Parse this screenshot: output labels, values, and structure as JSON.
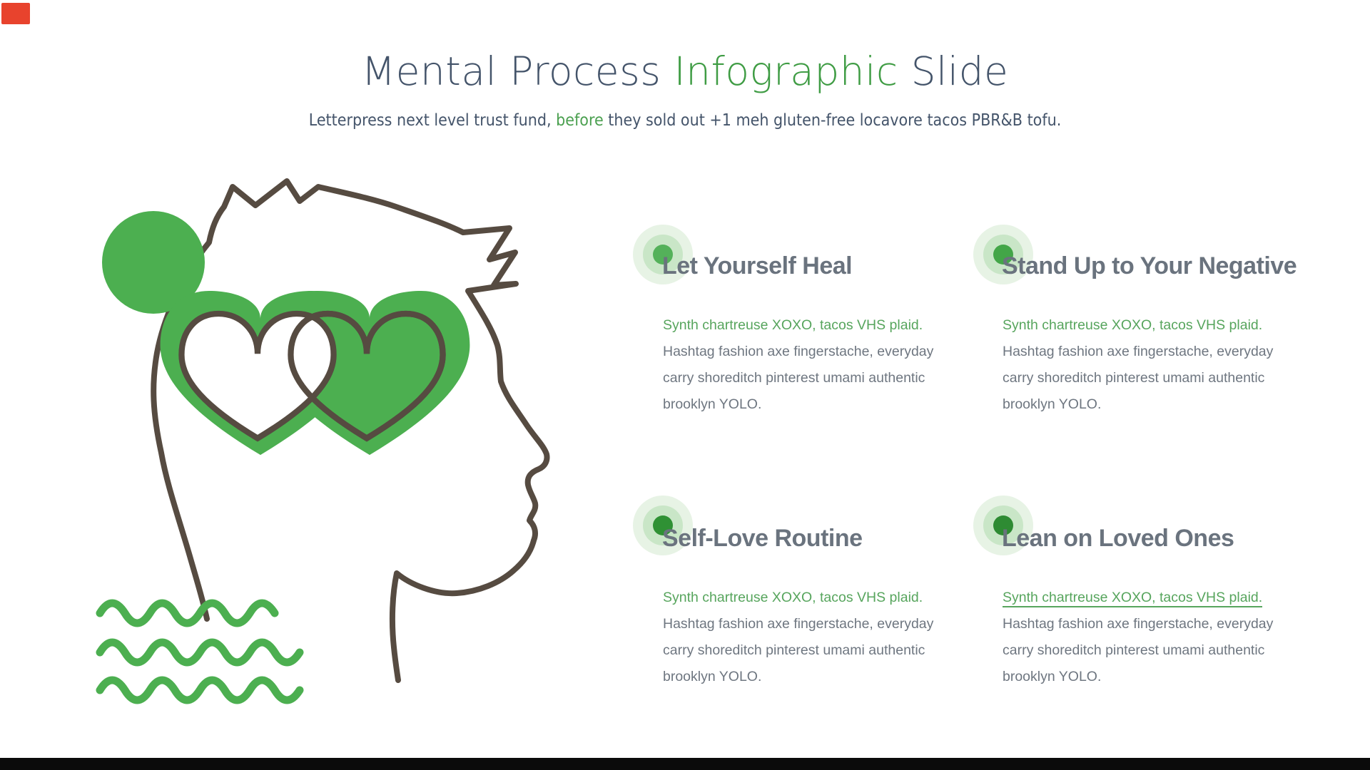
{
  "title": {
    "part1": "Mental Process ",
    "highlight": "Infographic",
    "part2": " Slide"
  },
  "subtitle": {
    "part1": "Letterpress next level trust fund, ",
    "highlight": "before",
    "part2": " they sold out +1 meh gluten-free locavore tacos PBR&B tofu."
  },
  "sections": [
    {
      "title": "Let Yourself Heal",
      "lead": "Synth chartreuse XOXO, tacos VHS plaid.",
      "body_lines": [
        "Hashtag fashion axe fingerstache, everyday",
        "carry shoreditch pinterest umami authentic",
        "brooklyn YOLO."
      ],
      "lead_underlined": false,
      "dot_color": "#54b15a"
    },
    {
      "title": "Stand Up to Your Negative",
      "lead": "Synth chartreuse XOXO, tacos VHS plaid.",
      "body_lines": [
        "Hashtag fashion axe fingerstache, everyday",
        "carry shoreditch pinterest umami authentic",
        "brooklyn YOLO."
      ],
      "lead_underlined": false,
      "dot_color": "#43a648"
    },
    {
      "title": "Self-Love Routine",
      "lead": "Synth chartreuse XOXO, tacos VHS plaid.",
      "body_lines": [
        "Hashtag fashion axe fingerstache, everyday",
        "carry shoreditch pinterest umami authentic",
        "brooklyn YOLO."
      ],
      "lead_underlined": false,
      "dot_color": "#2f9134"
    },
    {
      "title": "Lean on Loved Ones",
      "lead": "Synth chartreuse XOXO, tacos VHS plaid.",
      "body_lines": [
        "Hashtag fashion axe fingerstache, everyday",
        "carry shoreditch pinterest umami authentic",
        "brooklyn YOLO."
      ],
      "lead_underlined": true,
      "dot_color": "#2e8b33"
    }
  ],
  "illustration": {
    "name": "male-head-profile-with-interlocked-hearts",
    "elements": [
      "green-circle",
      "spiky-hair-head-outline",
      "white-heart",
      "green-heart",
      "green-heart-glow",
      "three-wavy-lines"
    ]
  },
  "colors": {
    "title_dark": "#44546a",
    "accent_green": "#3f9c44",
    "heading_gray": "#6a737e",
    "body_gray": "#6e7680",
    "lead_green": "#57a55d",
    "illustration_green": "#4caf50",
    "outline_brown": "#564b41",
    "record_badge": "#e8432d",
    "taskbar": "#0b0b0b"
  }
}
